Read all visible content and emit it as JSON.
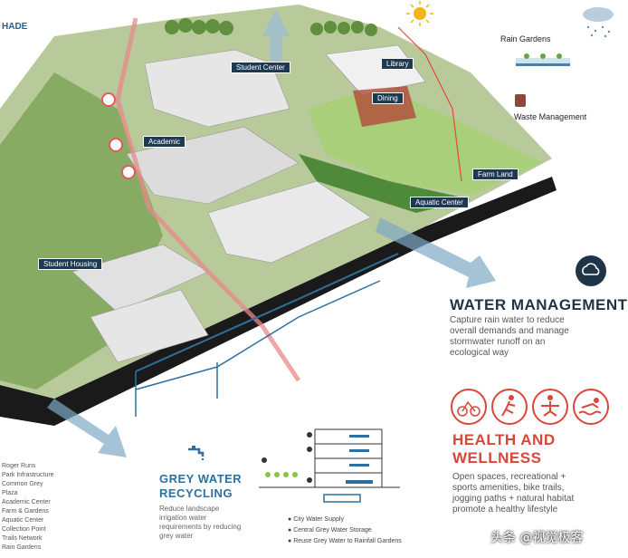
{
  "top_left_label": "HADE",
  "tags": {
    "student_center": "Student Center",
    "library": "Library",
    "dining": "Dining",
    "academic": "Academic",
    "farm_land": "Farm Land",
    "aquatic_center": "Aquatic Center",
    "student_housing": "Student Housing"
  },
  "legend_top_right": {
    "rain_gardens": "Rain Gardens",
    "waste_management": "Waste Management"
  },
  "water_management": {
    "title": "WATER MANAGEMENT",
    "desc_lines": [
      "Capture rain water to reduce",
      "overall demands and manage",
      "stormwater runoff on an",
      "ecological way"
    ]
  },
  "health": {
    "title_line1": "HEALTH AND",
    "title_line2": "WELLNESS",
    "desc_lines": [
      "Open spaces, recreational +",
      "sports amenities, bike trails,",
      "jogging paths + natural habitat",
      "promote a healthy lifestyle"
    ]
  },
  "grey_water": {
    "title_line1": "GREY WATER",
    "title_line2": "RECYCLING",
    "desc_lines": [
      "Reduce landscape",
      "irrigation water",
      "requirements by reducing",
      "grey water"
    ]
  },
  "section_legend": {
    "items": [
      "City Water Supply",
      "Central Grey Water Storage",
      "Reuse Grey Water to Rainfall Gardens"
    ]
  },
  "bottom_left_list": [
    "Roger Runs",
    "Park Infrastructure",
    "Common Grey",
    "Plaza",
    "Academic Center",
    "Farm & Gardens",
    "Aquatic Center",
    "Collection Point",
    "Trails Network",
    "Rain Gardens"
  ],
  "watermark": "头条 @视觉极客",
  "colors": {
    "heading_blue": "#1f3446",
    "health_red": "#d9473a",
    "arrow_blue": "#6c9bb6",
    "pipe_blue": "#2f6f9e",
    "tag_bg": "#1e3a52"
  },
  "icons": [
    "sun-icon",
    "rain-cloud-icon",
    "cloud-icon",
    "tap-icon",
    "bicycle-icon",
    "runner-icon",
    "yoga-icon",
    "swimmer-icon"
  ]
}
